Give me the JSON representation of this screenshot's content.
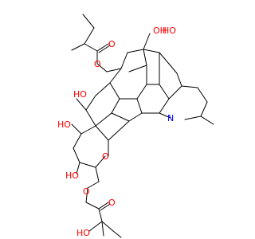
{
  "colors": {
    "bond": "#000000",
    "oxygen": "#ff0000",
    "nitrogen": "#0000ff",
    "background": "#ffffff"
  },
  "atoms": {
    "o_ester_top_carbonyl": "O",
    "o_ester_top": "O",
    "oh_top_a": "OH",
    "oh_top_b": "HO",
    "oh_mid": "HO",
    "oh_left": "HO",
    "o_bridge": "O",
    "oh_lower": "HO",
    "o_ester_bottom": "O",
    "o_ester_bottom_carbonyl": "O",
    "oh_bottom": "HO",
    "n_ring": "N"
  }
}
